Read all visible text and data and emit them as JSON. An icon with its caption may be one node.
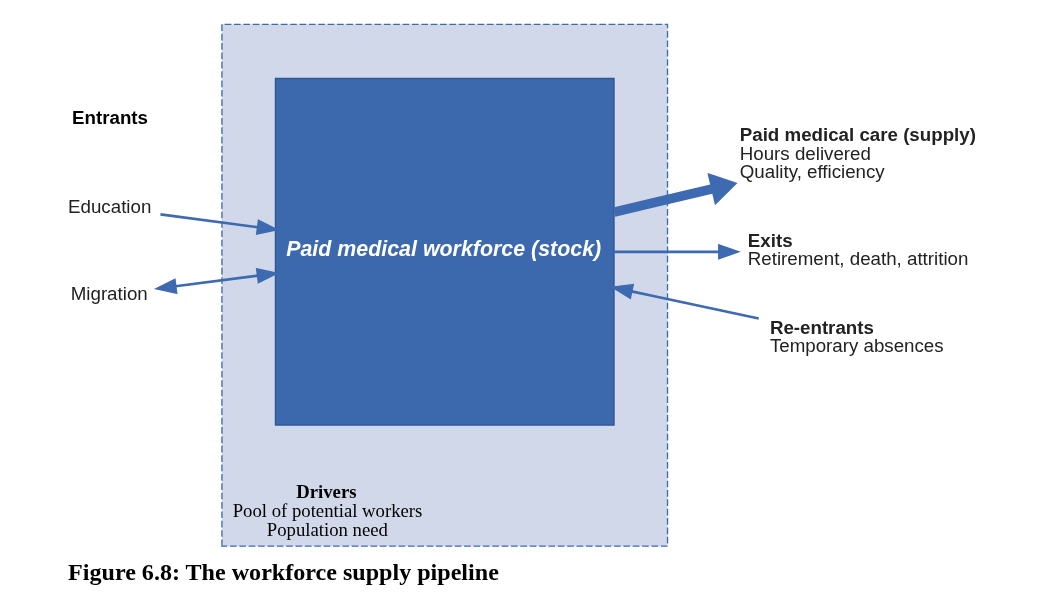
{
  "diagram": {
    "caption": "Figure 6.8: The workforce supply pipeline",
    "nodes": [
      {
        "text": [
          "Drivers",
          "Pool of potential workers",
          "Population need"
        ]
      },
      {
        "text": [
          "Paid medical workforce (stock)"
        ],
        "in": 0
      },
      {
        "text": [
          "Education"
        ]
      },
      {
        "text": [
          "Migration"
        ]
      },
      {
        "text": [
          "Paid medical care (supply)",
          "Hours delivered",
          "Quality, efficiency"
        ]
      },
      {
        "text": [
          "Exits",
          "Retirement, death, attrition"
        ]
      },
      {
        "text": [
          "Re-entrants",
          "Temporary absences"
        ]
      }
    ],
    "edges": [
      {
        "from": 2,
        "to": 1,
        "arrow": "to"
      },
      {
        "from": 3,
        "to": 1,
        "arrow": "both"
      },
      {
        "from": 1,
        "to": 4,
        "arrow": "to",
        "style": "thick"
      },
      {
        "from": 1,
        "to": 5,
        "arrow": "to"
      },
      {
        "from": 6,
        "to": 1,
        "arrow": "to"
      }
    ],
    "labels": [
      "Entrants"
    ]
  }
}
